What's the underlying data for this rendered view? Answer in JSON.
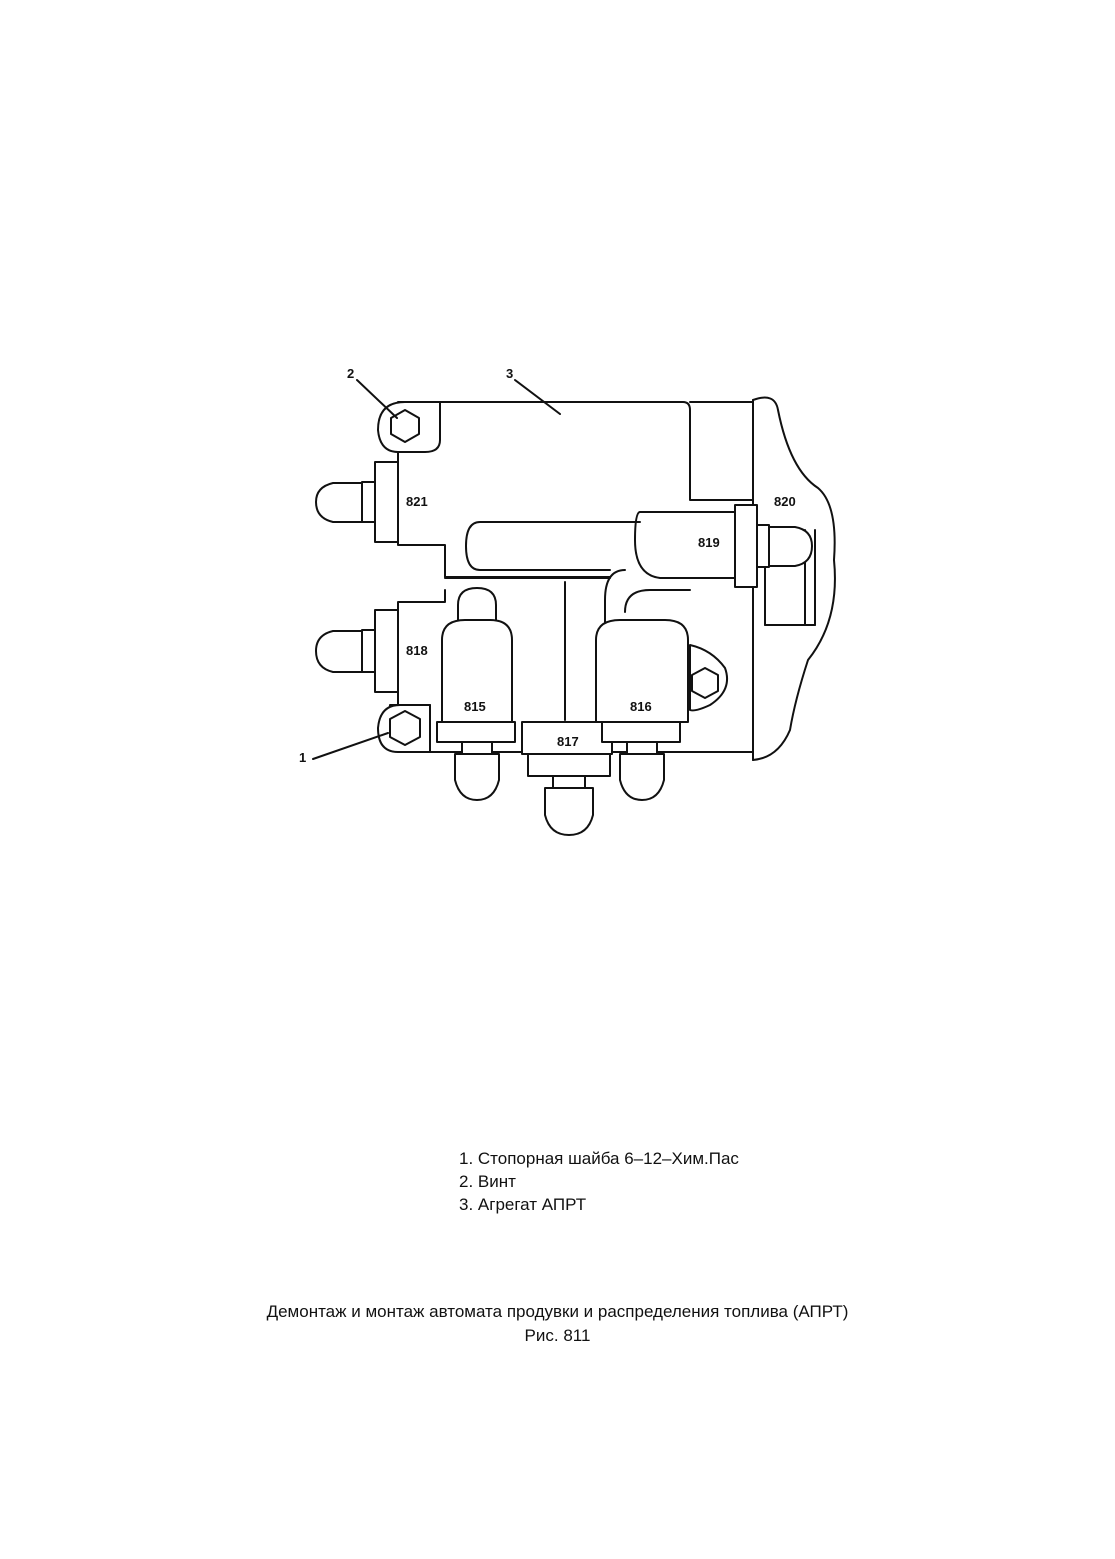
{
  "diagram": {
    "callouts": [
      "1",
      "2",
      "3"
    ],
    "part_numbers": {
      "p815": "815",
      "p816": "816",
      "p817": "817",
      "p818": "818",
      "p819": "819",
      "p820": "820",
      "p821": "821"
    }
  },
  "legend": [
    "1. Стопорная шайба 6–12–Хим.Пас",
    "2. Винт",
    "3. Агрегат АПРТ"
  ],
  "caption": {
    "title": "Демонтаж и монтаж автомата продувки и распределения топлива (АПРТ)",
    "figure": "Рис. 811"
  }
}
